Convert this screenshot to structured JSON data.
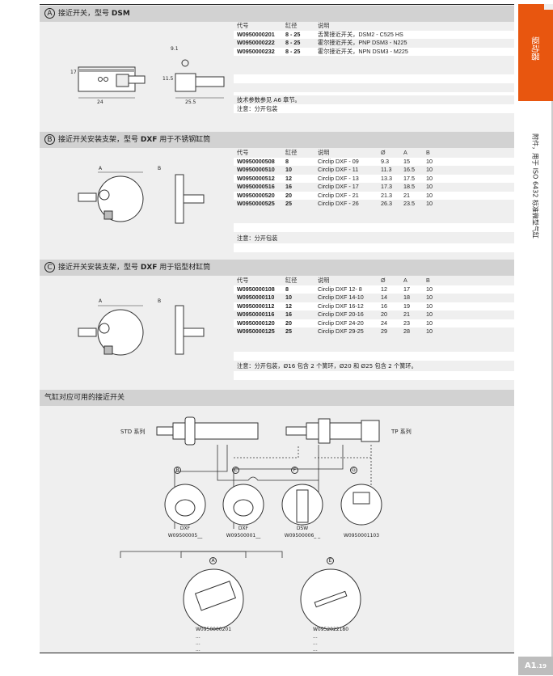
{
  "sidebar": {
    "category": "驱动器",
    "subtitle": "附件，用于 ISO 6432 标准微型气缸",
    "page": "A1",
    "page_sub": ".19"
  },
  "sections": [
    {
      "letter": "A",
      "title": "接近开关，型号 ",
      "title_bold": "DSM",
      "headers": [
        "代号",
        "缸径",
        "说明"
      ],
      "rows": [
        [
          "W0950000201",
          "8 - 25",
          "舌簧接近开关，DSM2 - C525 HS"
        ],
        [
          "W0950000222",
          "8 - 25",
          "霍尔接近开关，PNP DSM3 - N225"
        ],
        [
          "W0950000232",
          "8 - 25",
          "霍尔接近开关，NPN DSM3 - M225"
        ]
      ],
      "note1": "技术参数参见 A6 章节。",
      "note2": "注意：分开包装",
      "dims": {
        "d1": "17",
        "d2": "24",
        "d3": "9.1",
        "d4": "11.5",
        "d5": "25.5"
      }
    },
    {
      "letter": "B",
      "title": "接近开关安装支架，型号 ",
      "title_bold": "DXF",
      "title_tail": " 用于不锈钢缸筒",
      "headers": [
        "代号",
        "缸径",
        "说明",
        "Ø",
        "A",
        "B"
      ],
      "rows": [
        [
          "W0950000508",
          "8",
          "Circlip DXF - 09",
          "9.3",
          "15",
          "10"
        ],
        [
          "W0950000510",
          "10",
          "Circlip DXF - 11",
          "11.3",
          "16.5",
          "10"
        ],
        [
          "W0950000512",
          "12",
          "Circlip DXF - 13",
          "13.3",
          "17.5",
          "10"
        ],
        [
          "W0950000516",
          "16",
          "Circlip DXF - 17",
          "17.3",
          "18.5",
          "10"
        ],
        [
          "W0950000520",
          "20",
          "Circlip DXF - 21",
          "21.3",
          "21",
          "10"
        ],
        [
          "W0950000525",
          "25",
          "Circlip DXF - 26",
          "26.3",
          "23.5",
          "10"
        ]
      ],
      "note": "注意：分开包装",
      "dimA": "A",
      "dimB": "B"
    },
    {
      "letter": "C",
      "title": "接近开关安装支架，型号 ",
      "title_bold": "DXF",
      "title_tail": " 用于铝型材缸筒",
      "headers": [
        "代号",
        "缸径",
        "说明",
        "Ø",
        "A",
        "B"
      ],
      "rows": [
        [
          "W0950000108",
          "8",
          "Circlip DXF 12- 8",
          "12",
          "17",
          "10"
        ],
        [
          "W0950000110",
          "10",
          "Circlip DXF 14-10",
          "14",
          "18",
          "10"
        ],
        [
          "W0950000112",
          "12",
          "Circlip DXF 16-12",
          "16",
          "19",
          "10"
        ],
        [
          "W0950000116",
          "16",
          "Circlip DXF 20-16",
          "20",
          "21",
          "10"
        ],
        [
          "W0950000120",
          "20",
          "Circlip DXF 24-20",
          "24",
          "23",
          "10"
        ],
        [
          "W0950000125",
          "25",
          "Circlip DXF 29-25",
          "29",
          "28",
          "10"
        ]
      ],
      "note": "注意：分开包装，Ø16 包含 2 个簧环，Ø20 和 Ø25 包含 2 个簧环。",
      "dimA": "A",
      "dimB": "B"
    },
    {
      "title": "气缸对应可用的接近开关",
      "std": "STD 系列",
      "tp": "TP 系列",
      "items": [
        {
          "letter": "B",
          "type": "DXF",
          "code": "W09500005__"
        },
        {
          "letter": "C",
          "type": "DXF",
          "code": "W09500001__"
        },
        {
          "letter": "F",
          "type": "DSW",
          "code": "W09500006_ _"
        },
        {
          "letter": "G",
          "type": "",
          "code": "W0950001103"
        }
      ],
      "switches": [
        {
          "letter": "A",
          "code": "W0950000201",
          "more": "..."
        },
        {
          "letter": "E",
          "code": "W0952022180",
          "more": "..."
        }
      ]
    }
  ]
}
